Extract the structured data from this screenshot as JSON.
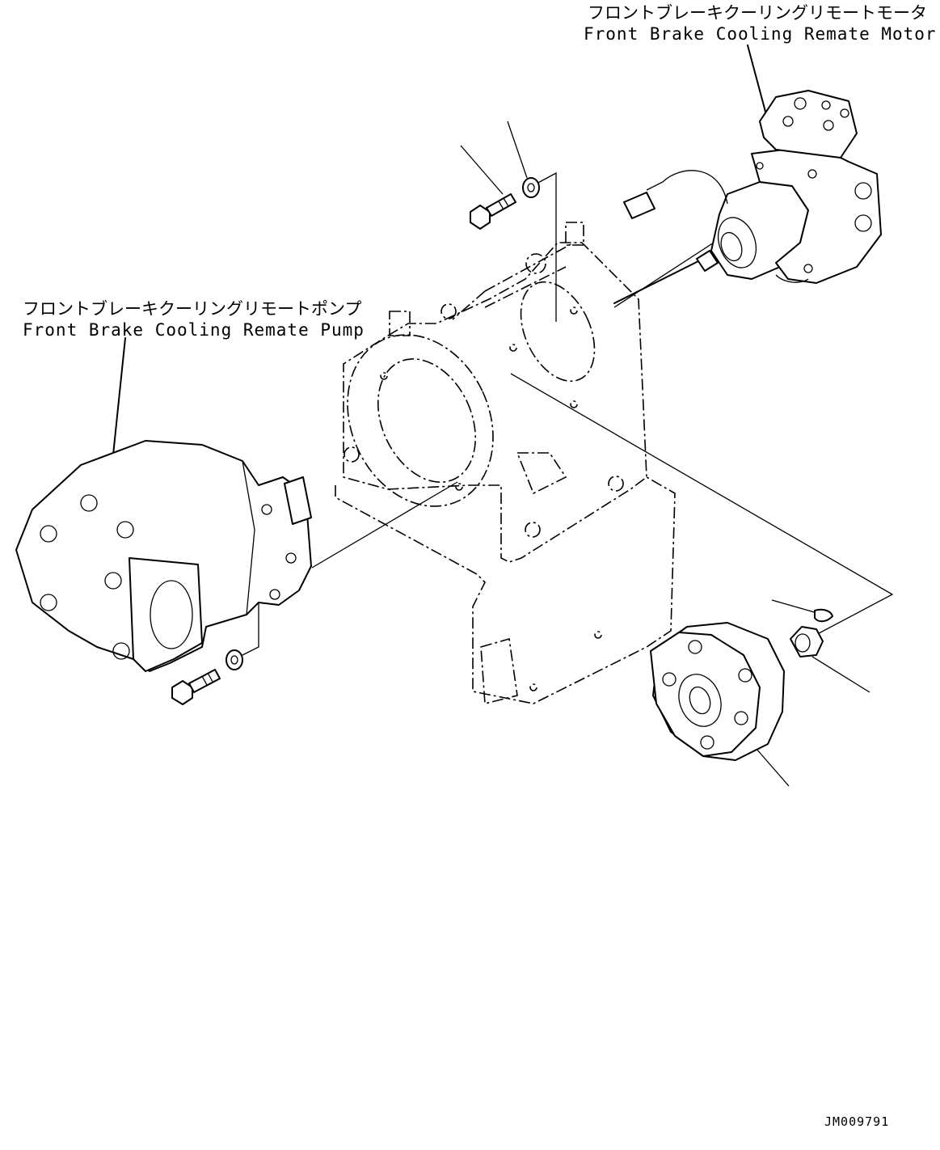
{
  "labels": {
    "motor_jp": "フロントブレーキクーリングリモートモータ",
    "motor_en": "Front Brake Cooling Remate Motor",
    "pump_jp": "フロントブレーキクーリングリモートポンプ",
    "pump_en": "Front Brake Cooling Remate Pump"
  },
  "drawing_number": "JM009791",
  "parts": [
    "remote-motor",
    "remote-pump",
    "mounting-bracket",
    "coupling",
    "nut",
    "key",
    "bolt",
    "washer"
  ]
}
